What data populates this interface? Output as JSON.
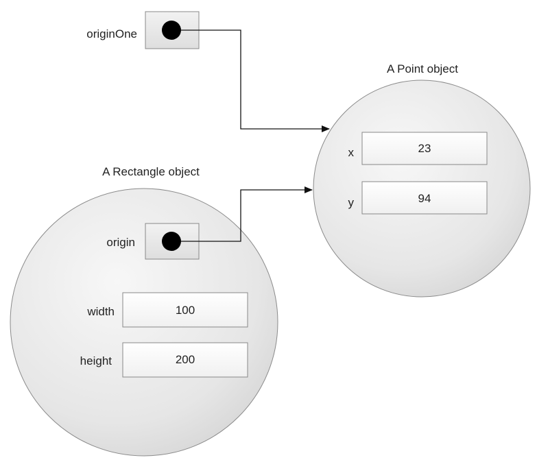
{
  "variable": {
    "name": "originOne"
  },
  "point_object": {
    "title": "A Point object",
    "fields": [
      {
        "name": "x",
        "value": "23"
      },
      {
        "name": "y",
        "value": "94"
      }
    ]
  },
  "rectangle_object": {
    "title": "A Rectangle object",
    "origin_label": "origin",
    "fields": [
      {
        "name": "width",
        "value": "100"
      },
      {
        "name": "height",
        "value": "200"
      }
    ]
  }
}
